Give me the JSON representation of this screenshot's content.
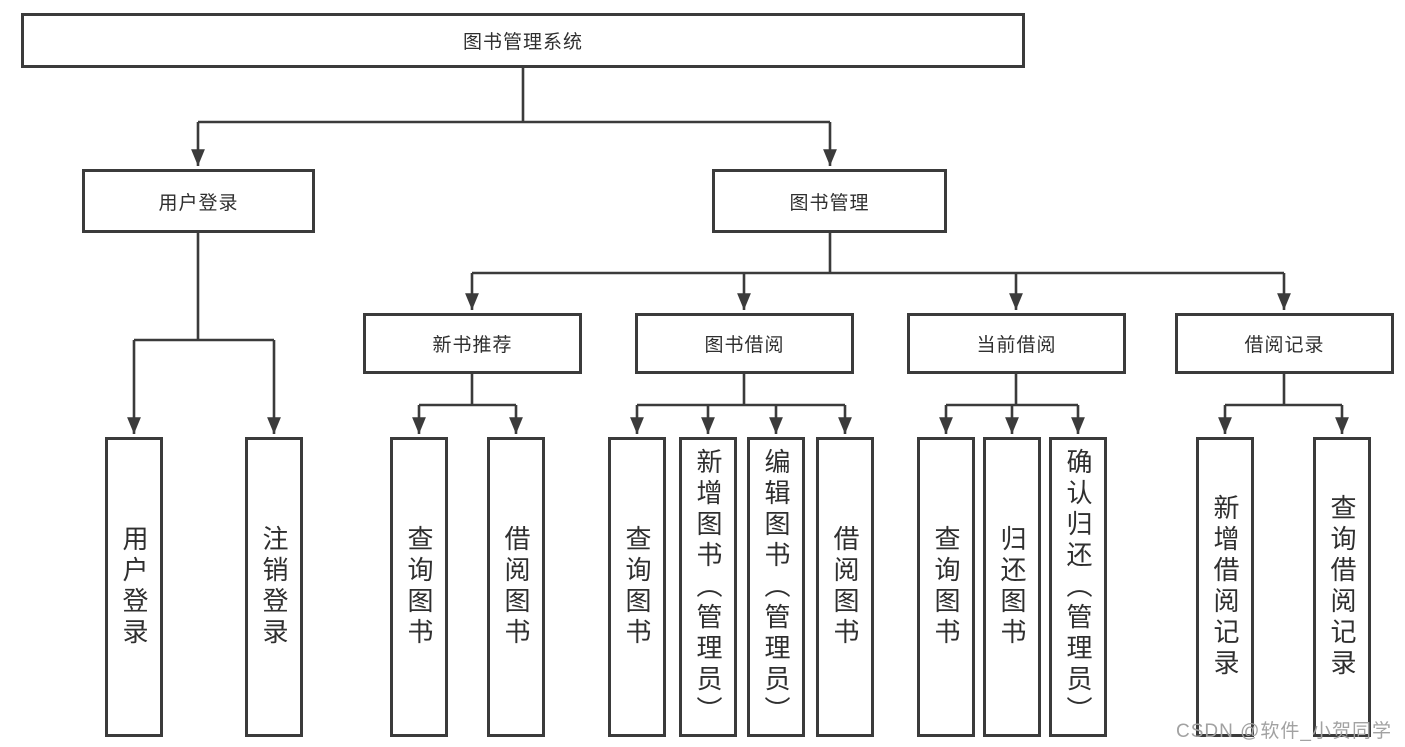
{
  "diagram": {
    "title": "图书管理系统",
    "root": {
      "label": "图书管理系统"
    },
    "level2": [
      {
        "label": "用户登录"
      },
      {
        "label": "图书管理"
      }
    ],
    "level3": [
      {
        "label": "新书推荐"
      },
      {
        "label": "图书借阅"
      },
      {
        "label": "当前借阅"
      },
      {
        "label": "借阅记录"
      }
    ],
    "leaf_groups": [
      {
        "parent": "用户登录",
        "items": [
          "用户登录",
          "注销登录"
        ]
      },
      {
        "parent": "新书推荐",
        "items": [
          "查询图书",
          "借阅图书"
        ]
      },
      {
        "parent": "图书借阅",
        "items": [
          "查询图书",
          "新增图书（管理员）",
          "编辑图书（管理员）",
          "借阅图书"
        ]
      },
      {
        "parent": "当前借阅",
        "items": [
          "查询图书",
          "归还图书",
          "确认归还（管理员）"
        ]
      },
      {
        "parent": "借阅记录",
        "items": [
          "新增借阅记录",
          "查询借阅记录"
        ]
      }
    ]
  },
  "watermark": "CSDN @软件_小贺同学",
  "colors": {
    "line": "#3b3b3b",
    "box_border": "#3b3b3b",
    "text": "#2f2f2f",
    "watermark": "#a2a2a2",
    "background": "#ffffff"
  }
}
